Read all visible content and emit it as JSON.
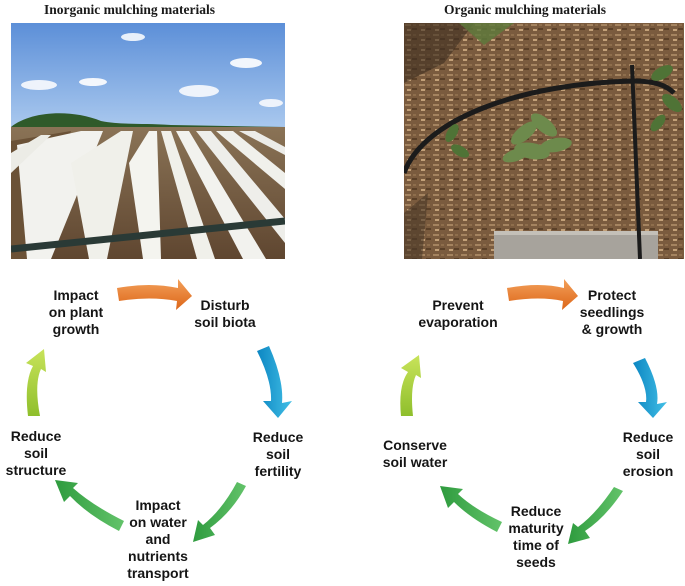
{
  "panels": {
    "left": {
      "title": "Inorganic mulching materials",
      "cycle": {
        "impact_plant_growth": "Impact\non plant\ngrowth",
        "disturb_soil_biota": "Disturb\nsoil biota",
        "reduce_soil_fertility": "Reduce\nsoil\nfertility",
        "impact_water_nutrients": "Impact\non water\nand\nnutrients\ntransport",
        "reduce_soil_structure": "Reduce\nsoil\nstructure"
      }
    },
    "right": {
      "title": "Organic mulching materials",
      "cycle": {
        "prevent_evaporation": "Prevent\nevaporation",
        "protect_seedlings": "Protect\nseedlings\n& growth",
        "reduce_soil_erosion": "Reduce\nsoil\nerosion",
        "reduce_maturity": "Reduce\nmaturity\ntime of\nseeds",
        "conserve_soil_water": "Conserve\nsoil water"
      }
    }
  },
  "colors": {
    "arrow_orange": "#e8772a",
    "arrow_blue": "#1a9fd0",
    "arrow_green": "#3fae4a",
    "arrow_lime": "#a9cf3a"
  }
}
